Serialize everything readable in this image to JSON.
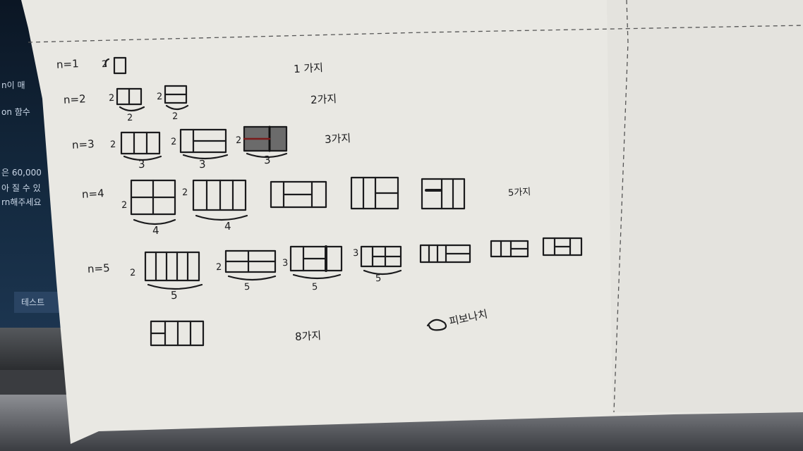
{
  "monitor": {
    "lines": [
      "n이 매",
      "on 함수",
      "은 60,000",
      "아 질 수 있",
      "rn해주세요"
    ],
    "button": "테스트"
  },
  "notes": {
    "rows": [
      {
        "label": "n=1",
        "dims": [
          "2"
        ],
        "count": "1 가지"
      },
      {
        "label": "n=2",
        "dims": [
          "2",
          "2",
          "2",
          "2"
        ],
        "count": "2가지"
      },
      {
        "label": "n=3",
        "dims": [
          "2",
          "3",
          "2",
          "3",
          "2",
          "3"
        ],
        "count": "3가지"
      },
      {
        "label": "n=4",
        "dims": [
          "2",
          "4",
          "2",
          "4"
        ],
        "count": "5가지"
      },
      {
        "label": "n=5",
        "dims": [
          "2",
          "5",
          "2",
          "5",
          "3",
          "5",
          "3",
          "5"
        ],
        "count": "8가지"
      }
    ],
    "remark": "피보나치"
  }
}
